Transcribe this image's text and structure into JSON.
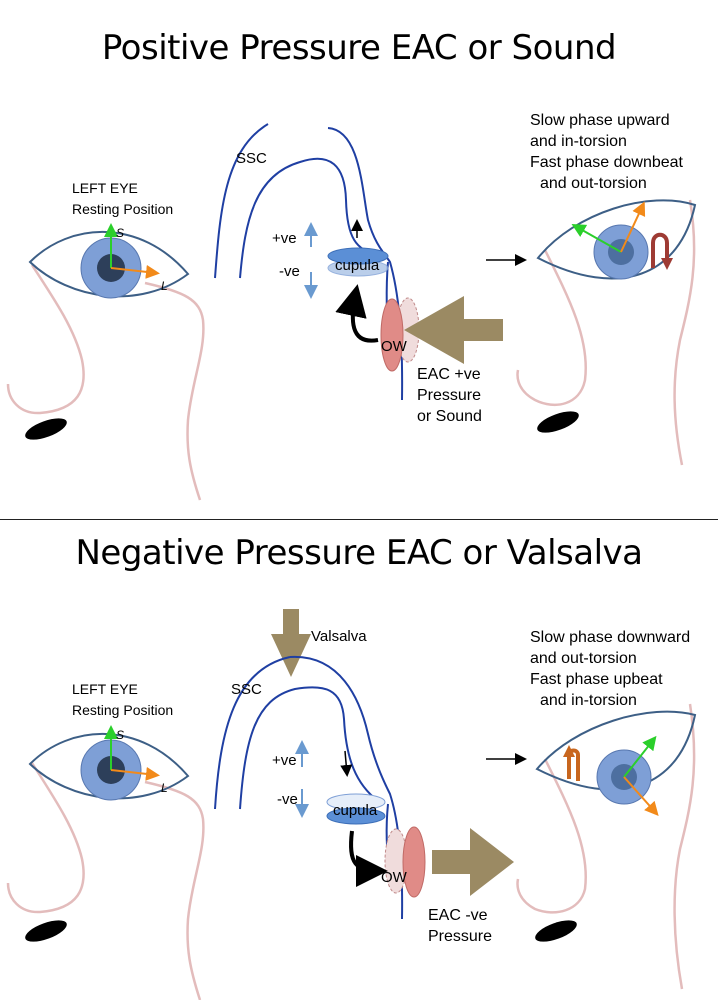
{
  "top": {
    "title": "Positive Pressure EAC or Sound",
    "left_eye_label": "LEFT EYE",
    "resting_label": "Resting Position",
    "axis_s": "S",
    "axis_l": "L",
    "ssc_label": "SSC",
    "plus_label": "+ve",
    "minus_label": "-ve",
    "cupula_label": "cupula",
    "ow_label": "OW",
    "eac_lines": [
      "EAC +ve",
      "Pressure",
      "or Sound"
    ],
    "result_lines": [
      "Slow phase upward",
      "and in-torsion",
      "Fast phase downbeat",
      "and out-torsion"
    ]
  },
  "bottom": {
    "title": "Negative Pressure EAC or Valsalva",
    "valsalva_label": "Valsalva",
    "left_eye_label": "LEFT EYE",
    "resting_label": "Resting Position",
    "axis_s": "S",
    "axis_l": "L",
    "ssc_label": "SSC",
    "plus_label": "+ve",
    "minus_label": "-ve",
    "cupula_label": "cupula",
    "ow_label": "OW",
    "eac_lines": [
      "EAC -ve",
      "Pressure"
    ],
    "result_lines": [
      "Slow phase downward",
      "and out-torsion",
      "Fast phase upbeat",
      "and in-torsion"
    ]
  },
  "colors": {
    "eye_outline": "#3d5f86",
    "iris": "#7e9fd6",
    "pupil": "#2d3f5a",
    "s_axis": "#2bcf2b",
    "l_axis": "#f28a1a",
    "canal": "#1f3fa3",
    "face": "#e3bcbc",
    "pressure_arrow": "#9b8a63",
    "ow": "#e08b87",
    "red_arrow": "#9e3b34",
    "orange_arrow": "#c8661e"
  }
}
